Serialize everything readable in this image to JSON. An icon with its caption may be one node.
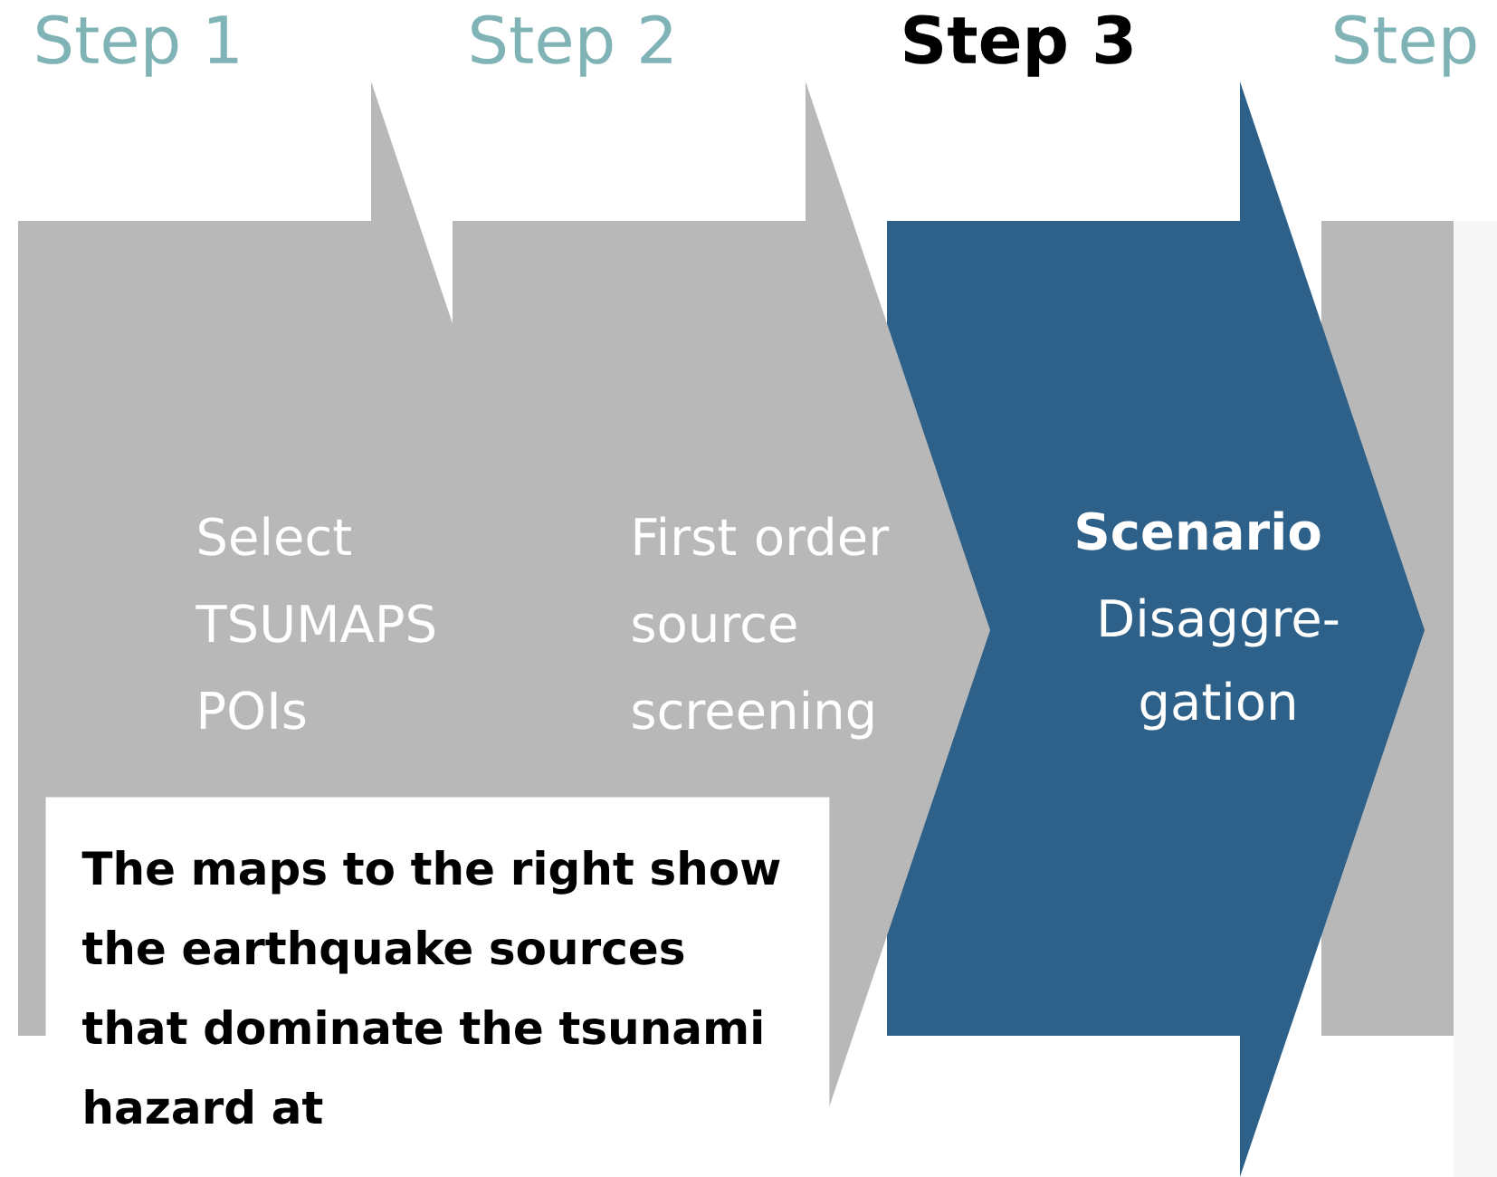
{
  "diagram": {
    "nodes": [
      {
        "text": [
          "Step 1",
          "Select TSUMAPS POIs"
        ]
      },
      {
        "text": [
          "Step 2",
          "First order source screening"
        ]
      },
      {
        "text": [
          "Step 3",
          "Scenario",
          "Disaggre- gation"
        ]
      },
      {
        "text": [
          "Step"
        ]
      },
      {
        "text": [
          "The maps to the right show the earthquake sources that dominate the tsunami hazard at"
        ]
      }
    ]
  }
}
